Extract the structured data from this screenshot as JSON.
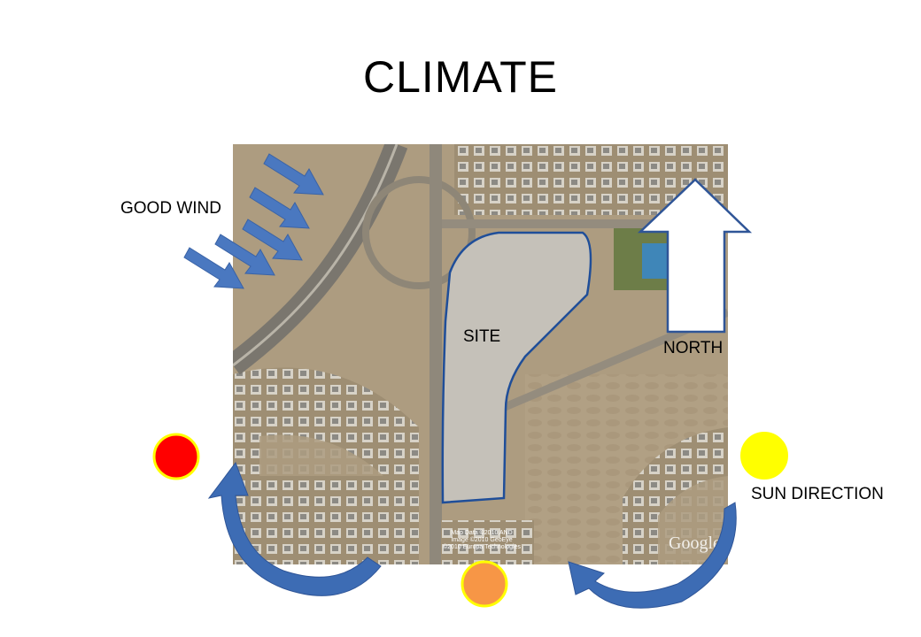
{
  "title": "CLIMATE",
  "labels": {
    "good_wind": "GOOD WIND",
    "north": "NORTH",
    "sun_direction": "SUN DIRECTION",
    "site": "SITE"
  },
  "map_credit": {
    "line1": "Map Data ©2010 AND",
    "line2": "Image ©2010 GeoEye",
    "line3": "©2010 Europa Technologies",
    "logo": "Google"
  },
  "colors": {
    "wind_arrow": "#4a78c0",
    "north_arrow_fill": "#ffffff",
    "north_arrow_stroke": "#2f5597",
    "sun_morning": "#ff0000",
    "sun_noon": "#f79646",
    "sun_evening": "#ffff00",
    "sun_ring": "#ffff00",
    "site_outline": "#1f4e99",
    "sun_path_arrow": "#3d6cb4"
  }
}
